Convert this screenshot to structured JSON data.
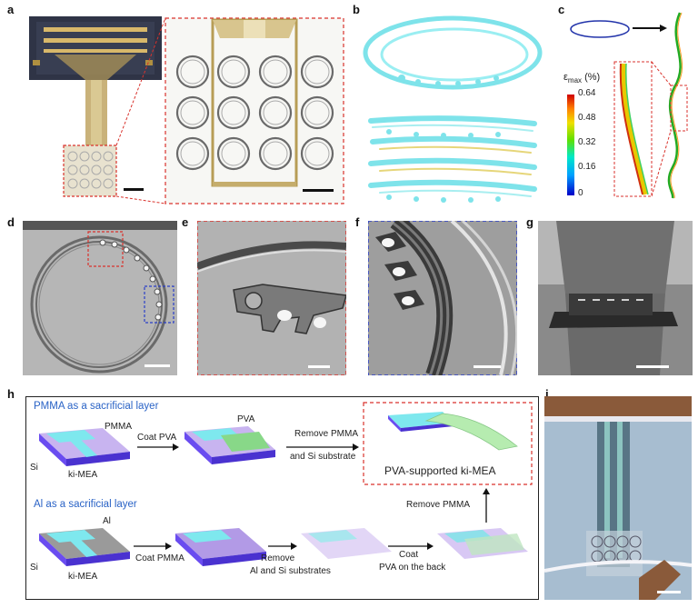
{
  "panel_labels": {
    "a": "a",
    "b": "b",
    "c": "c",
    "d": "d",
    "e": "e",
    "f": "f",
    "g": "g",
    "h": "h",
    "i": "i"
  },
  "colorbar": {
    "title_prefix": "ε",
    "title_sub": "max",
    "title_suffix": "(%)",
    "ticks": [
      "0.64",
      "0.48",
      "0.32",
      "0.16",
      "0"
    ],
    "colors": [
      "#0000c8",
      "#00a0ff",
      "#00e8c8",
      "#60e000",
      "#f0e000",
      "#ff8000",
      "#d00000"
    ]
  },
  "panel_h": {
    "pmma_heading": "PMMA as a sacrificial layer",
    "al_heading": "Al as a sacrificial layer",
    "labels": {
      "pmma": "PMMA",
      "si_top": "Si",
      "kimea_top": "ki-MEA",
      "pva": "PVA",
      "al": "Al",
      "si_bottom": "Si",
      "kimea_bottom": "ki-MEA"
    },
    "arrows": {
      "coat_pva": "Coat PVA",
      "remove_pmma_si_1": "Remove PMMA",
      "remove_pmma_si_2": "and Si substrate",
      "coat_pmma": "Coat PMMA",
      "remove_al_si_1": "Remove",
      "remove_al_si_2": "Al and Si substrates",
      "coat_pva_back_1": "Coat",
      "coat_pva_back_2": "PVA on the back",
      "remove_pmma": "Remove PMMA"
    },
    "result": "PVA-supported ki-MEA"
  },
  "colors": {
    "dashed_red": "#d9322c",
    "dashed_blue": "#2b3fc8",
    "heading_blue": "#2a63c6",
    "substrate_purple": "#6a4cf0",
    "layer_lilac": "#c8b4f0",
    "device_cyan": "#7ee8ee",
    "pva_green": "#88d888",
    "al_gray": "#9a9a9a"
  }
}
